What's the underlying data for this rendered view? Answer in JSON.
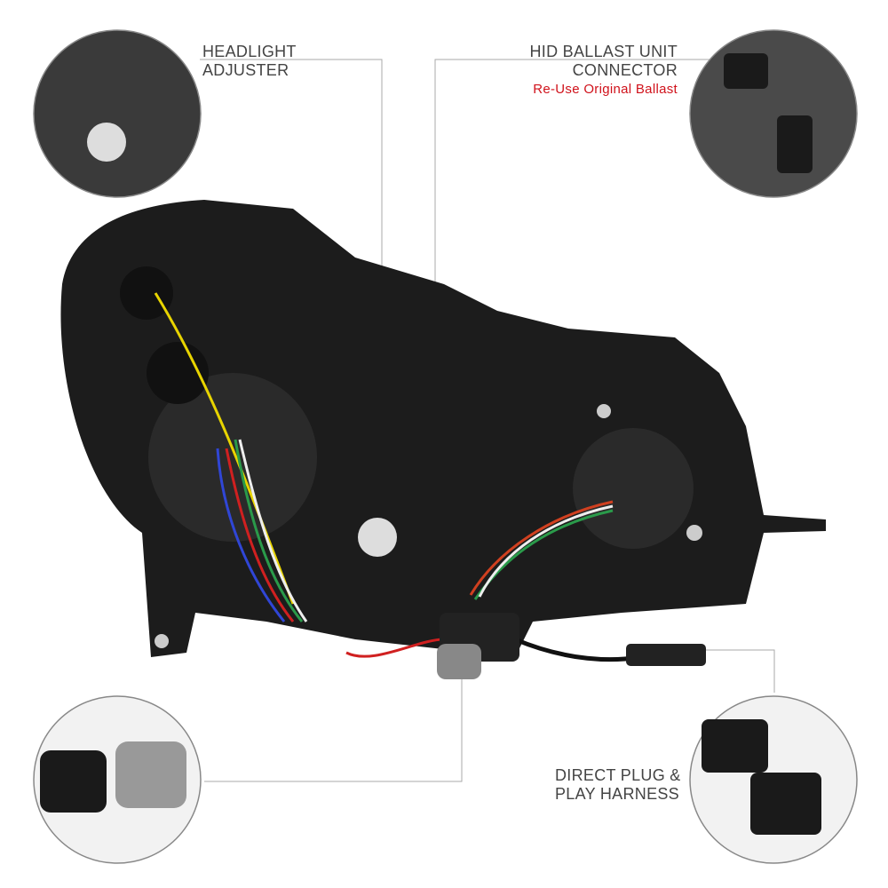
{
  "callouts": {
    "headlight_adjuster": {
      "line1": "HEADLIGHT",
      "line2": "ADJUSTER"
    },
    "hid_ballast": {
      "line1": "HID BALLAST UNIT",
      "line2": "CONNECTOR",
      "note": "Re-Use Original Ballast"
    },
    "harness": {
      "line1": "DIRECT PLUG &",
      "line2": "PLAY HARNESS"
    }
  },
  "colors": {
    "label": "#444444",
    "note": "#d0121b",
    "housing": "#1c1c1c",
    "leader": "#aaaaaa"
  }
}
